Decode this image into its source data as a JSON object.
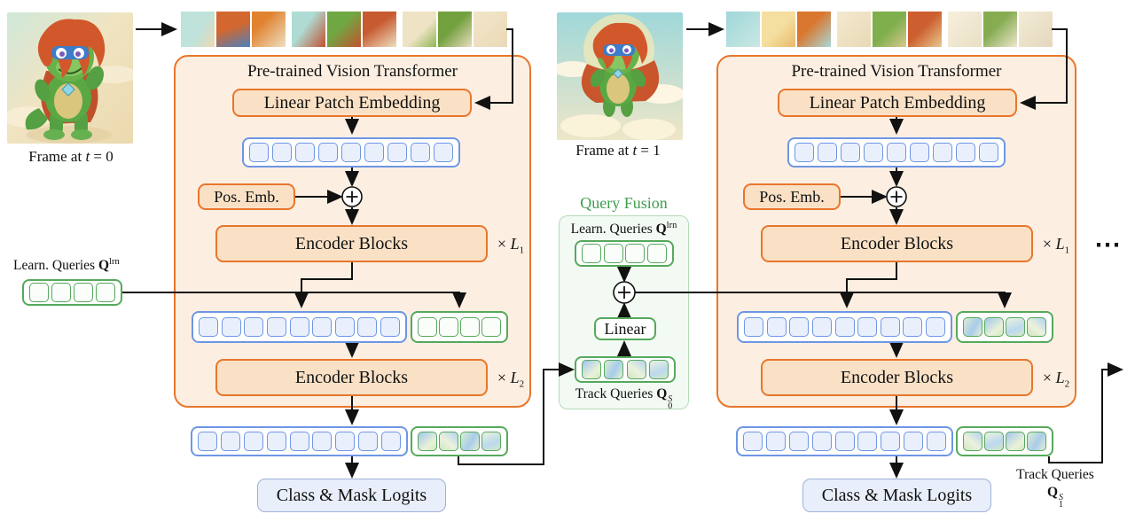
{
  "colors": {
    "orange_border": "#E8762C",
    "orange_panel_fill": "#FCEFE2",
    "orange_box_fill": "#FAE1C6",
    "blue_border": "#6E96E5",
    "blue_token_fill": "#E9F0FC",
    "green_border": "#56A95C",
    "query_fusion_fill": "#F3FAF3",
    "query_fusion_border": "#B5DBB7",
    "query_fusion_title_green": "#3F9E4D",
    "logits_fill": "#E9EEFB",
    "logits_border": "#9FB0D8",
    "wire_black": "#111111"
  },
  "frames": [
    {
      "image": "cartoon-dinosaur-standing",
      "label_pre": "Frame at ",
      "label_var": "t",
      "label_post": " = 0"
    },
    {
      "image": "cartoon-dinosaur-flying",
      "label_pre": "Frame at ",
      "label_var": "t",
      "label_post": " = 1"
    }
  ],
  "vit": {
    "title": "Pre-trained Vision Transformer",
    "linear_patch_embedding": "Linear Patch Embedding",
    "pos_emb": "Pos. Emb.",
    "encoder_blocks": "Encoder Blocks",
    "times": "×",
    "L": "L",
    "sub1": "1",
    "sub2": "2"
  },
  "plus": "+",
  "ellipsis": "⋯",
  "class_mask_logits": "Class & Mask Logits",
  "learn_queries": {
    "label": "Learn. Queries ",
    "Q": "Q",
    "sup": "lrn"
  },
  "query_fusion": {
    "title": "Query Fusion",
    "linear": "Linear",
    "track_label": "Track Queries ",
    "Q": "Q",
    "sub0": "0",
    "supS": "S"
  },
  "track_out": {
    "label": "Track Queries",
    "Q": "Q",
    "sub1": "1",
    "supS": "S"
  },
  "rows": {
    "blue9": [
      "blue",
      "blue",
      "blue",
      "blue",
      "blue",
      "blue",
      "blue",
      "blue",
      "blue"
    ],
    "green4": [
      "green",
      "green",
      "green",
      "green"
    ],
    "grad4_a": [
      "grad-a",
      "grad-b",
      "grad-c",
      "grad-d"
    ],
    "grad4_b": [
      "grad-b",
      "grad-d",
      "grad-a",
      "grad-c"
    ],
    "grad4_c": [
      "grad-c",
      "grad-a",
      "grad-d",
      "grad-b"
    ],
    "grad4_d": [
      "grad-a",
      "grad-c",
      "grad-b",
      "grad-d"
    ]
  },
  "strips": {
    "t0": [
      "linear-gradient(120deg,#bfe2da 55%,#ecd9b4)",
      "linear-gradient(160deg,#d2672f 45%,#4b80bf)",
      "linear-gradient(135deg,#e0822f 30%,#eee0c2)",
      "linear-gradient(125deg,#aedcd4 40%,#c25030)",
      "linear-gradient(135deg,#6fa843 40%,#c2542f)",
      "linear-gradient(145deg,#c75a31 40%,#eddfc0)",
      "linear-gradient(135deg,#efe3c6 55%,#8fb954)",
      "linear-gradient(135deg,#74a13f 45%,#e9dcc0)",
      "linear-gradient(135deg,#f2e6c8,#ead9b8)"
    ],
    "t1": [
      "linear-gradient(135deg,#9fd6da,#c9e8e2)",
      "linear-gradient(135deg,#f5dfa0 50%,#e8b96a)",
      "linear-gradient(135deg,#d9772f 40%,#a8d8d8)",
      "linear-gradient(135deg,#f4ead0,#e8d9b5)",
      "linear-gradient(135deg,#7faf4c 50%,#d9c890)",
      "linear-gradient(135deg,#cc5e2f 45%,#e8c98f)",
      "linear-gradient(135deg,#f7f0dd,#e9dfc5)",
      "linear-gradient(135deg,#86ac52 40%,#efe6ce)",
      "linear-gradient(135deg,#f3ebd6,#e4d8be)"
    ]
  }
}
